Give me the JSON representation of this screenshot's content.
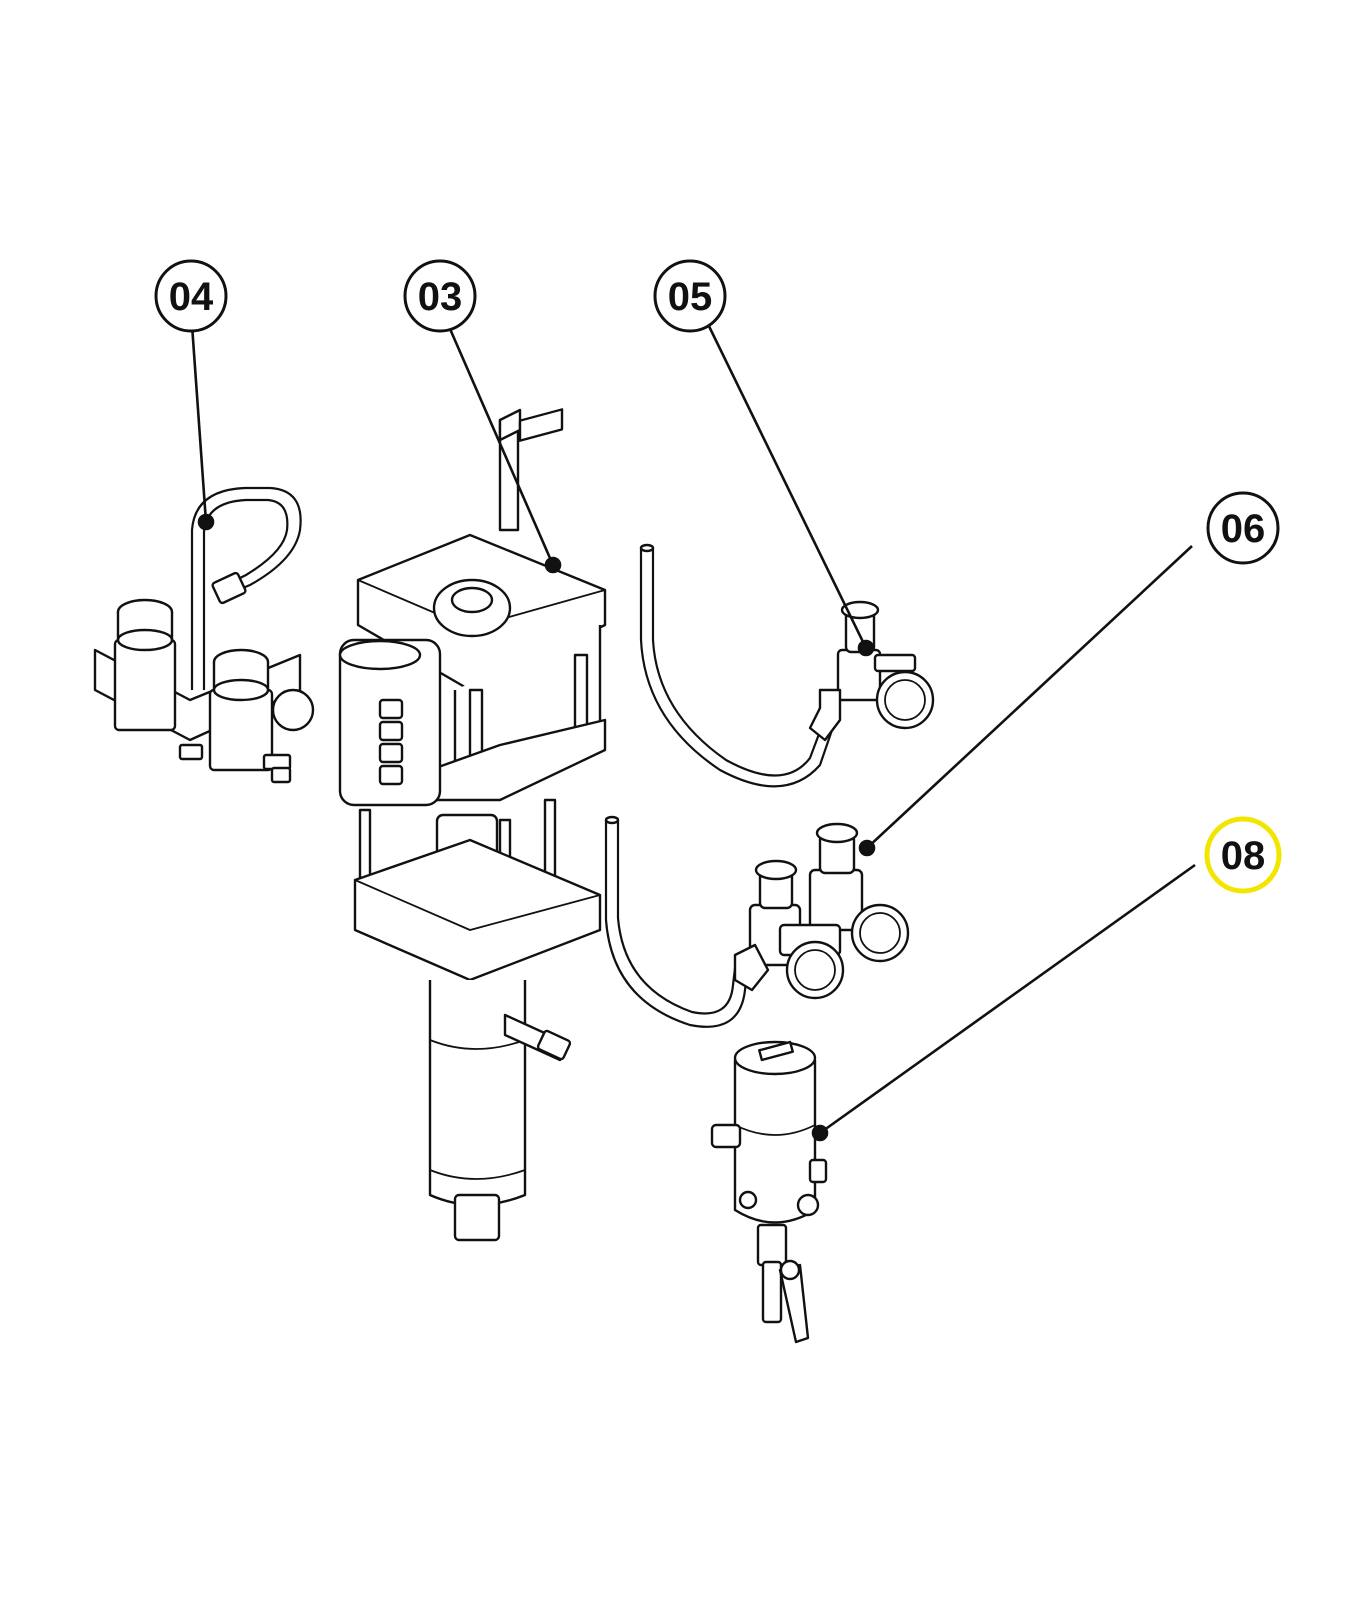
{
  "diagram": {
    "callouts": [
      {
        "id": "04",
        "label": "04",
        "highlighted": false
      },
      {
        "id": "03",
        "label": "03",
        "highlighted": false
      },
      {
        "id": "05",
        "label": "05",
        "highlighted": false
      },
      {
        "id": "06",
        "label": "06",
        "highlighted": false
      },
      {
        "id": "08",
        "label": "08",
        "highlighted": true
      }
    ],
    "colors": {
      "line": "#111111",
      "background": "#ffffff",
      "highlight": "#f2e600"
    }
  }
}
